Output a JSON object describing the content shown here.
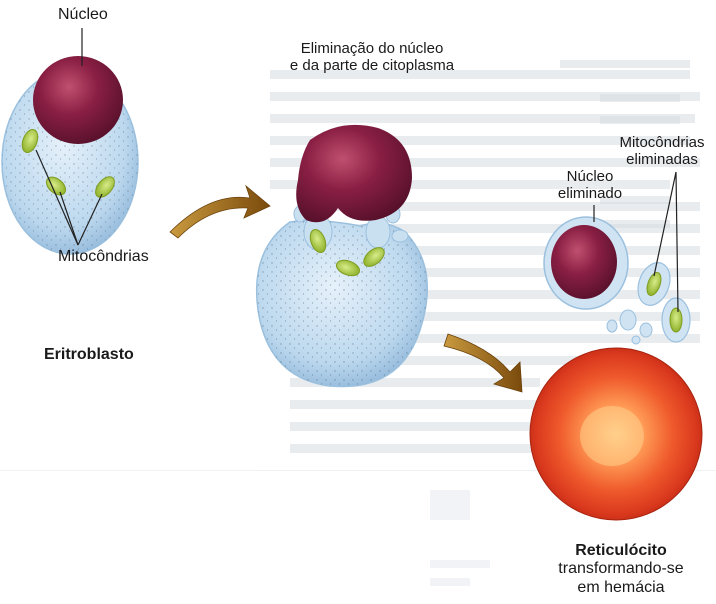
{
  "labels": {
    "nucleo": "Núcleo",
    "mitocondrias": "Mitocôndrias",
    "eritroblasto": "Eritroblasto",
    "eliminacao_line1": "Eliminação do núcleo",
    "eliminacao_line2": "e da parte de citoplasma",
    "nucleo_eliminado_line1": "Núcleo",
    "nucleo_eliminado_line2": "eliminado",
    "mitocondrias_eliminadas_line1": "Mitocôndrias",
    "mitocondrias_eliminadas_line2": "eliminadas",
    "reticulocito": "Reticulócito",
    "transformando_line1": "transformando-se",
    "transformando_line2": "em hemácia"
  },
  "colors": {
    "cytoplasm": "#b9d6ec",
    "cytoplasm_edge": "#8fb6d9",
    "nucleus": "#7a1838",
    "nucleus_highlight": "#b3456c",
    "mitochondria": "#a6c83c",
    "arrow": "#8a5a14",
    "reticulocyte_outer": "#d4361e",
    "reticulocyte_inner": "#ffb070",
    "background_text": "#cfd8df"
  }
}
